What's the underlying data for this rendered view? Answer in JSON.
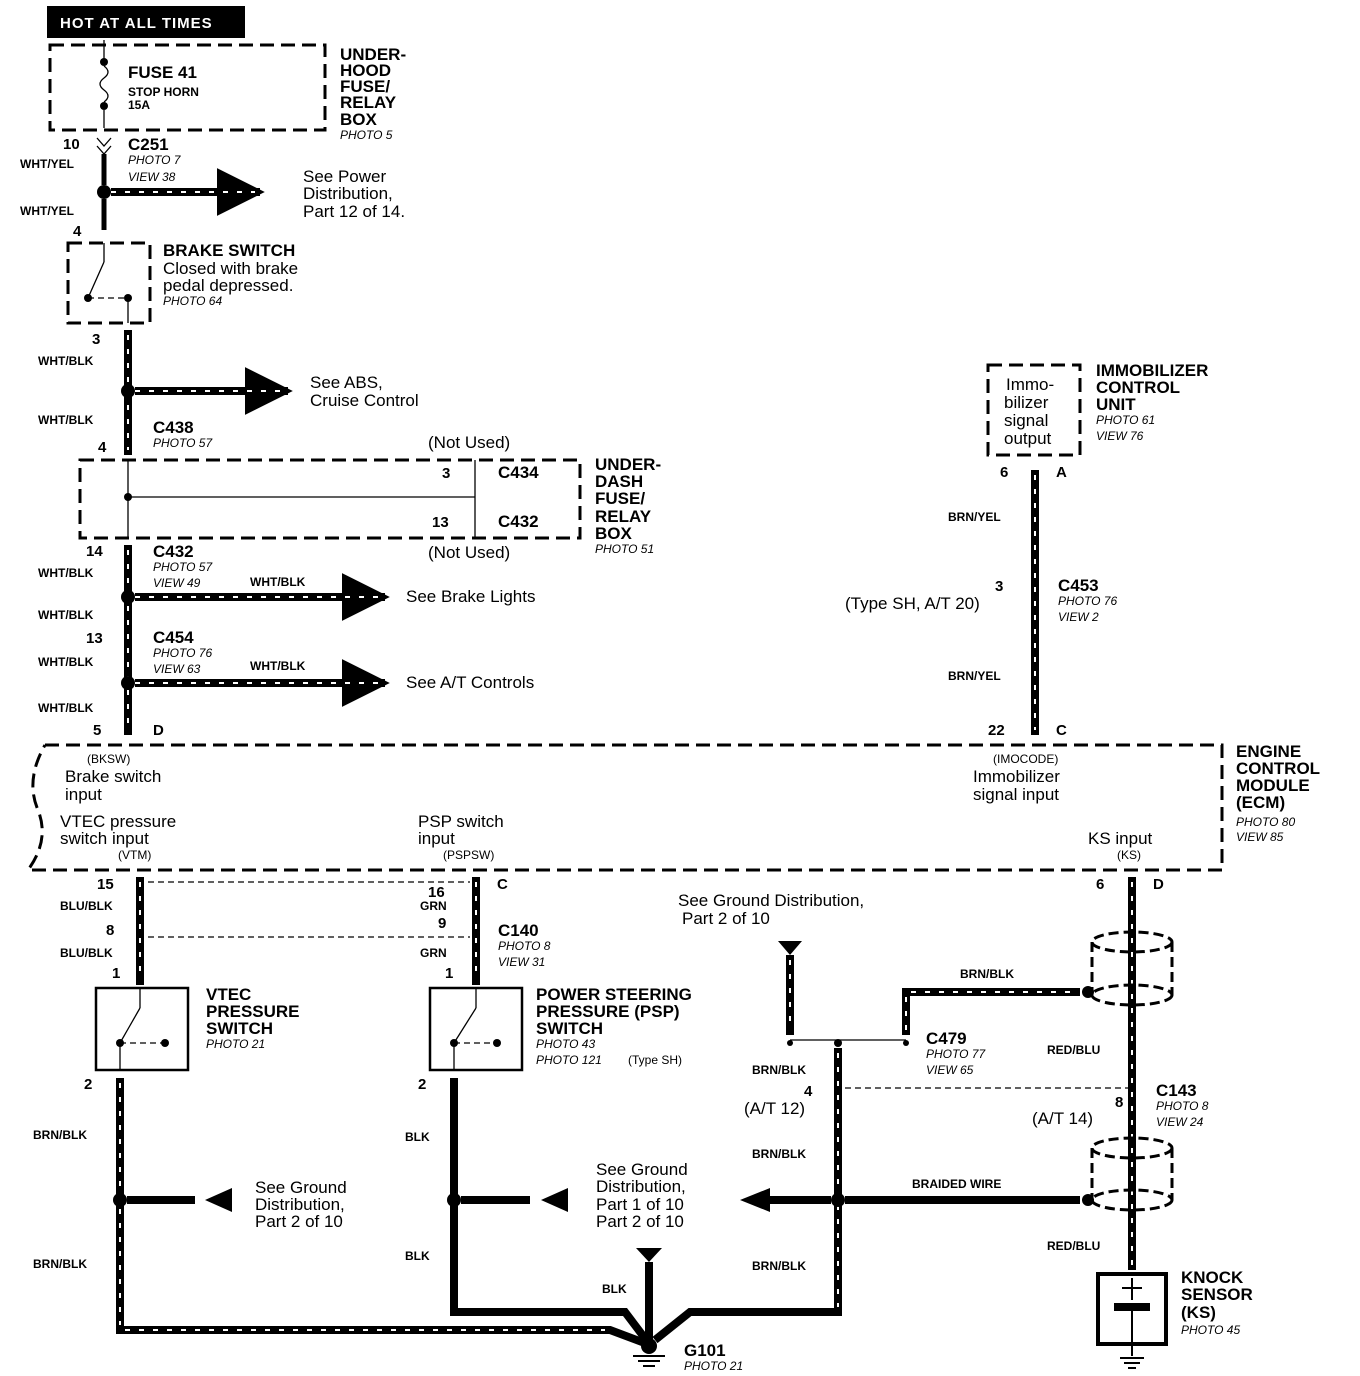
{
  "banner": "HOT AT ALL TIMES",
  "fuse_box": {
    "fuse": "FUSE 41",
    "circuit": "STOP HORN",
    "rating": "15A",
    "name_lines": [
      "UNDER-",
      "HOOD",
      "FUSE/",
      "RELAY",
      "BOX"
    ],
    "photo": "PHOTO 5"
  },
  "c251": {
    "pin": "10",
    "name": "C251",
    "photo": "PHOTO 7",
    "view": "VIEW 38",
    "wire_top": "WHT/YEL",
    "wire_bottom": "WHT/YEL",
    "bottom_pin": "4"
  },
  "power_ref": [
    "See Power",
    "Distribution,",
    "Part 12 of 14."
  ],
  "brake_switch": {
    "name": "BRAKE SWITCH",
    "desc": [
      "Closed with brake",
      "pedal depressed."
    ],
    "photo": "PHOTO 64",
    "pin_out": "3"
  },
  "abs_ref": [
    "See ABS,",
    "Cruise Control"
  ],
  "c438": {
    "wire_top": "WHT/BLK",
    "wire_bottom": "WHT/BLK",
    "name": "C438",
    "photo": "PHOTO 57",
    "pin": "4"
  },
  "under_dash": {
    "not_used_top": "(Not Used)",
    "pin_a": "3",
    "conn_a": "C434",
    "pin_b": "13",
    "conn_b": "C432",
    "not_used_bottom": "(Not Used)",
    "name_lines": [
      "UNDER-",
      "DASH",
      "FUSE/",
      "RELAY",
      "BOX"
    ],
    "photo": "PHOTO 51"
  },
  "c432": {
    "pin": "14",
    "name": "C432",
    "photo": "PHOTO 57",
    "view": "VIEW 49",
    "wire_top": "WHT/BLK",
    "wire_bottom": "WHT/BLK",
    "branch_wire": "WHT/BLK",
    "branch_ref": "See Brake Lights"
  },
  "c454": {
    "pin": "13",
    "name": "C454",
    "photo": "PHOTO 76",
    "view": "VIEW 63",
    "wire_top": "WHT/BLK",
    "wire_bottom": "WHT/BLK",
    "branch_wire": "WHT/BLK",
    "branch_ref": "See A/T Controls",
    "ecm_pin": "5",
    "ecm_conn": "D"
  },
  "immobilizer": {
    "box_lines": [
      "Immo-",
      "bilizer",
      "signal",
      "output"
    ],
    "name_lines": [
      "IMMOBILIZER",
      "CONTROL",
      "UNIT"
    ],
    "photo": "PHOTO 61",
    "view": "VIEW 76",
    "pin": "6",
    "conn": "A",
    "wire1": "BRN/YEL",
    "c453_pin": "3",
    "c453_note": "(Type SH, A/T 20)",
    "c453": "C453",
    "c453_photo": "PHOTO 76",
    "c453_view": "VIEW 2",
    "wire2": "BRN/YEL",
    "ecm_pin": "22",
    "ecm_conn": "C"
  },
  "ecm": {
    "bksw": "(BKSW)",
    "bksw_label": [
      "Brake switch",
      "input"
    ],
    "imocode": "(IMOCODE)",
    "imocode_label": [
      "Immobilizer",
      "signal input"
    ],
    "vtec_label": [
      "VTEC pressure",
      "switch input"
    ],
    "vtm": "(VTM)",
    "psp_label": [
      "PSP switch",
      "input"
    ],
    "pspsw": "(PSPSW)",
    "ks_label": "KS input",
    "ks": "(KS)",
    "name_lines": [
      "ENGINE",
      "CONTROL",
      "MODULE",
      "(ECM)"
    ],
    "photo": "PHOTO 80",
    "view": "VIEW 85"
  },
  "vtec": {
    "ecm_pin": "15",
    "wire1": "BLU/BLK",
    "c140_pin": "8",
    "wire2": "BLU/BLK",
    "sw_pin_in": "1",
    "name_lines": [
      "VTEC",
      "PRESSURE",
      "SWITCH"
    ],
    "photo": "PHOTO 21",
    "sw_pin_out": "2",
    "wire3": "BRN/BLK",
    "wire4": "BRN/BLK",
    "ground_ref": [
      "See Ground",
      "Distribution,",
      "Part 2 of 10"
    ]
  },
  "psp": {
    "ecm_pin": "16",
    "ecm_conn": "C",
    "wire1": "GRN",
    "c140_pin": "9",
    "c140": "C140",
    "c140_photo": "PHOTO 8",
    "c140_view": "VIEW 31",
    "wire2": "GRN",
    "sw_pin_in": "1",
    "name_lines": [
      "POWER STEERING",
      "PRESSURE (PSP)",
      "SWITCH"
    ],
    "photo1": "PHOTO 43",
    "photo2": "PHOTO 121",
    "photo2_note": "(Type SH)",
    "sw_pin_out": "2",
    "wire3": "BLK",
    "wire4": "BLK",
    "ground_ref": [
      "See Ground",
      "Distribution,",
      "Part 1 of 10",
      "Part 2 of 10"
    ]
  },
  "ground_ref_top": [
    "See Ground Distribution,",
    "Part 2 of 10"
  ],
  "c479": {
    "name": "C479",
    "photo": "PHOTO 77",
    "view": "VIEW 65",
    "wire": "BRN/BLK",
    "branch_wire": "BRN/BLK",
    "pin": "4",
    "note": "(A/T 12)",
    "wire2": "BRN/BLK",
    "wire3": "BRN/BLK"
  },
  "g101": {
    "wire": "BLK",
    "name": "G101",
    "photo": "PHOTO 21"
  },
  "knock": {
    "ecm_pin": "6",
    "ecm_conn": "D",
    "wire1": "RED/BLU",
    "c143_pin": "8",
    "c143_note": "(A/T 14)",
    "c143": "C143",
    "c143_photo": "PHOTO 8",
    "c143_view": "VIEW 24",
    "braided": "BRAIDED WIRE",
    "wire2": "RED/BLU",
    "name_lines": [
      "KNOCK",
      "SENSOR",
      "(KS)"
    ],
    "photo": "PHOTO 45"
  }
}
